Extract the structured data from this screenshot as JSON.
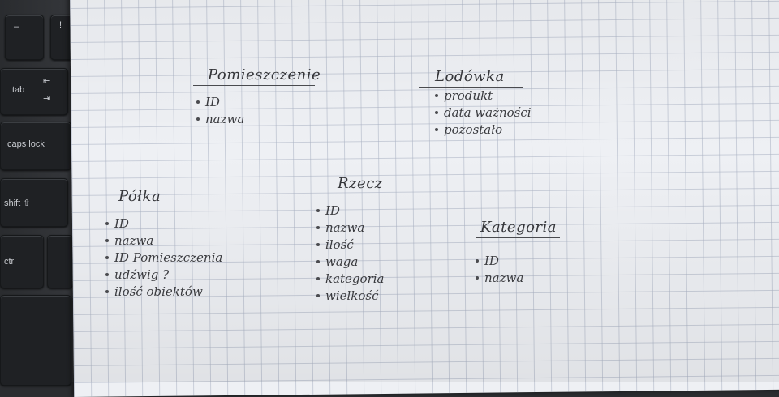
{
  "keyboard": {
    "keys": [
      {
        "name": "tab-key",
        "label": "tab"
      },
      {
        "name": "caps-lock-key",
        "label": "caps lock"
      },
      {
        "name": "shift-key",
        "label": "shift ⇧"
      },
      {
        "name": "ctrl-key",
        "label": "ctrl"
      }
    ]
  },
  "entities": {
    "pomieszczenie": {
      "title": "Pomieszczenie",
      "fields": [
        "ID",
        "nazwa"
      ]
    },
    "lodowka": {
      "title": "Lodówka",
      "fields": [
        "produkt",
        "data ważności",
        "pozostało"
      ]
    },
    "rzecz": {
      "title": "Rzecz",
      "fields": [
        "ID",
        "nazwa",
        "ilość",
        "waga",
        "kategoria",
        "wielkość"
      ]
    },
    "polka": {
      "title": "Półka",
      "fields": [
        "ID",
        "nazwa",
        "ID Pomieszczenia",
        "udźwig ?",
        "ilość obiektów"
      ]
    },
    "kategoria": {
      "title": "Kategoria",
      "fields": [
        "ID",
        "nazwa"
      ]
    }
  }
}
